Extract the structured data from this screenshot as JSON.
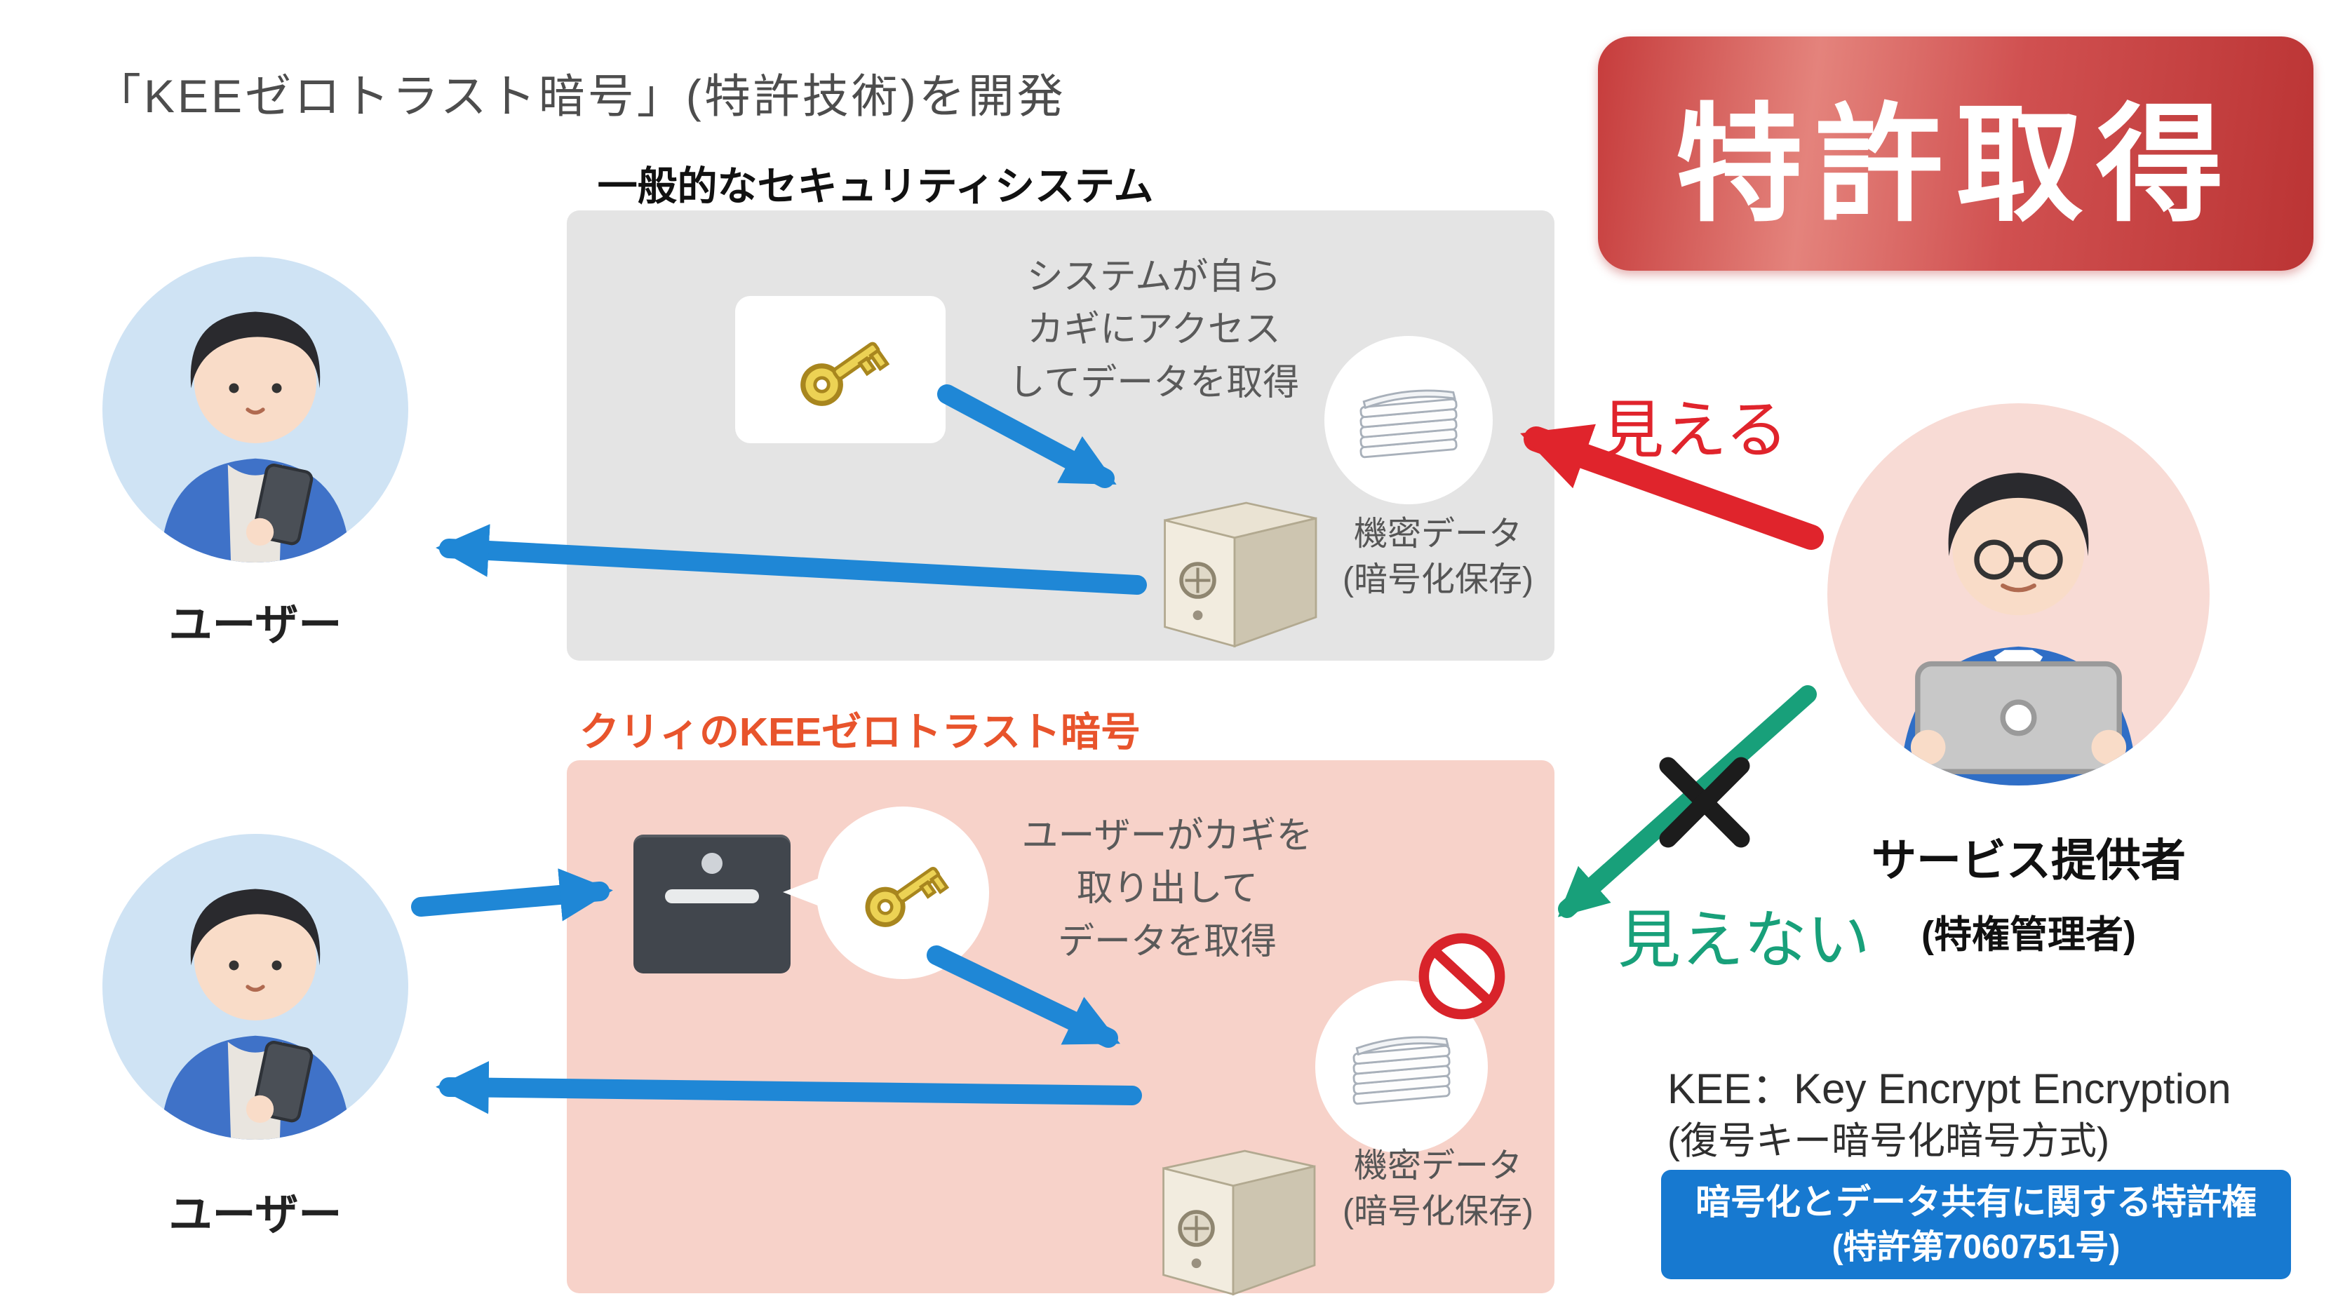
{
  "title": "「KEEゼロトラスト暗号」(特許技術)を開発",
  "patent_badge": "特許取得",
  "colors": {
    "badge_red": "#cf4646",
    "panel_gray": "#e4e4e4",
    "panel_pink": "#f7d2c9",
    "arrow_blue": "#1f87d6",
    "arrow_red": "#e0242c",
    "arrow_green": "#18a07a",
    "heading_orange": "#e8542c",
    "badge_blue": "#1779d0"
  },
  "generic_system": {
    "heading": "一般的なセキュリティシステム",
    "user_label": "ユーザー",
    "desc_lines": [
      "システムが自ら",
      "カギにアクセス",
      "してデータを取得"
    ],
    "data_label_lines": [
      "機密データ",
      "(暗号化保存)"
    ],
    "visibility_label": "見える"
  },
  "kee_system": {
    "heading": "クリィのKEEゼロトラスト暗号",
    "user_label": "ユーザー",
    "desc_lines": [
      "ユーザーがカギを",
      "取り出して",
      "データを取得"
    ],
    "data_label_lines": [
      "機密データ",
      "(暗号化保存)"
    ],
    "visibility_label": "見えない"
  },
  "provider": {
    "label": "サービス提供者",
    "sublabel": "(特権管理者)"
  },
  "kee_note_lines": [
    "KEE：Key Encrypt Encryption",
    "(復号キー暗号化暗号方式)"
  ],
  "patent_note_lines": [
    "暗号化とデータ共有に関する特許権",
    "(特許第7060751号)"
  ]
}
